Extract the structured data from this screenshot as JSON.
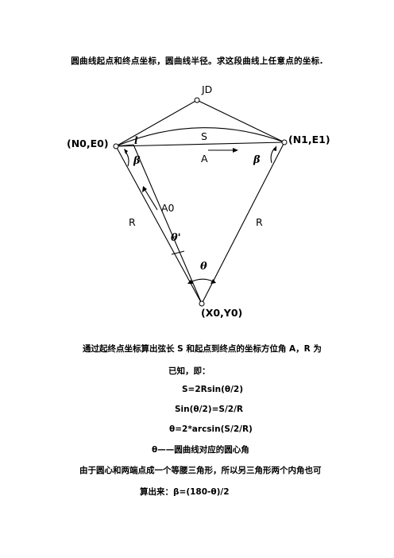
{
  "heading": "圆曲线起点和终点坐标，圆曲线半径。求这段曲线上任意点的坐标.",
  "figure": {
    "jd": "JD",
    "start_point": "(N0,E0)",
    "end_point": "(N1,E1)",
    "center_point": "(X0,Y0)",
    "chord": "S",
    "azimuth": "A",
    "radius_left": "R",
    "radius_right": "R",
    "arc_point": "l",
    "beta_left": "β",
    "beta_right": "β",
    "a0": "A0",
    "theta_prime": "θ'",
    "theta": "θ"
  },
  "body": {
    "line1": "通过起终点坐标算出弦长 S 和起点到终点的坐标方位角 A，R 为",
    "line2": "已知，即：",
    "eq1": "S=2Rsin(θ/2)",
    "eq2": "Sin(θ/2)=S/2/R",
    "eq3": "θ=2*arcsin(S/2/R)",
    "eq4": "θ——圆曲线对应的圆心角",
    "line3": "由于圆心和两端点成一个等腰三角形，所以另三角形两个内角也可",
    "line4": "算出来：β=(180-θ)/2"
  }
}
